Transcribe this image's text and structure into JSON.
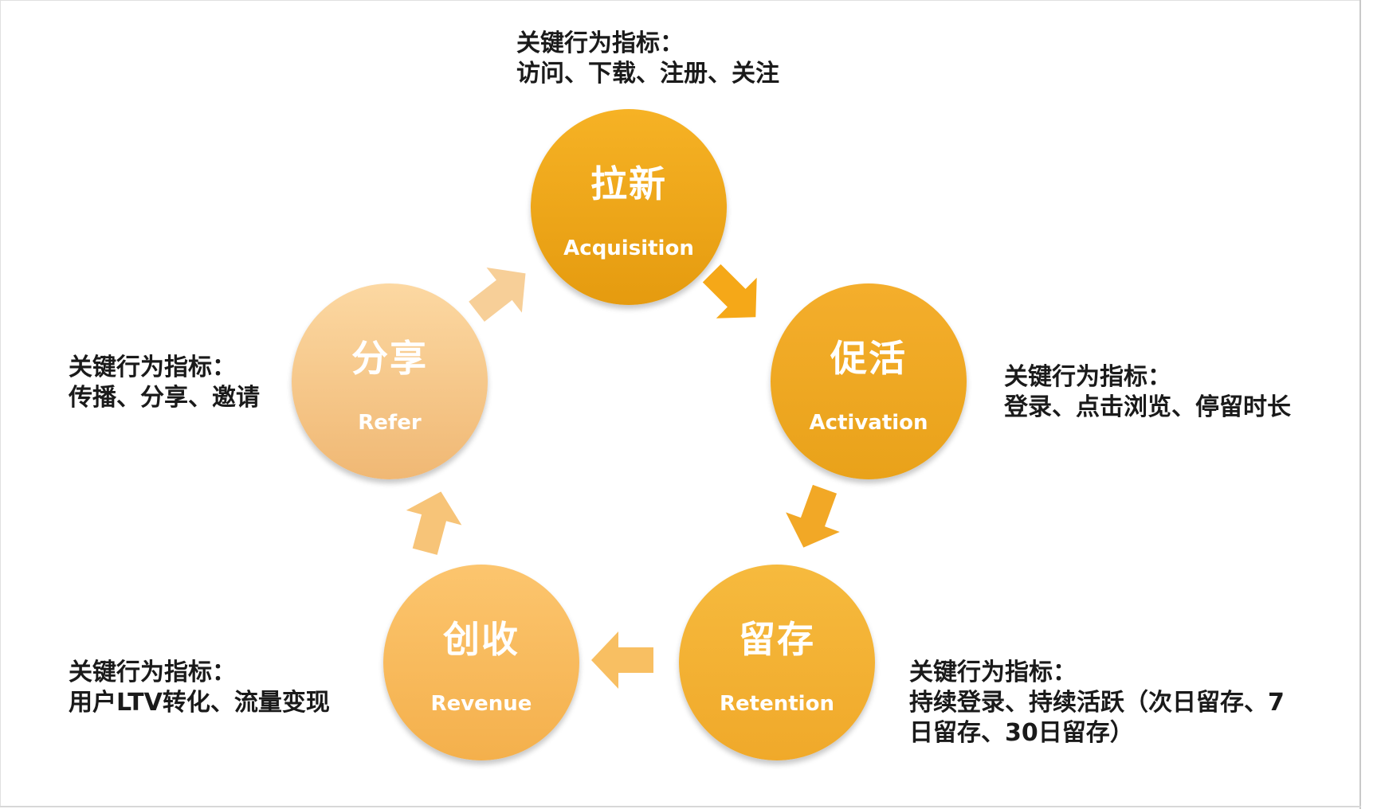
{
  "stages": {
    "acquisition": {
      "cn": "拉新",
      "en": "Acquisition",
      "color": "#f0a51a"
    },
    "activation": {
      "cn": "促活",
      "en": "Activation",
      "color": "#eda524"
    },
    "retention": {
      "cn": "留存",
      "en": "Retention",
      "color": "#f3b337"
    },
    "revenue": {
      "cn": "创收",
      "en": "Revenue",
      "color": "#f8bd5f"
    },
    "refer": {
      "cn": "分享",
      "en": "Refer",
      "color": "#f6ca8e"
    }
  },
  "metrics": {
    "acquisition": {
      "title": "关键行为指标：",
      "text": "访问、下载、注册、关注"
    },
    "activation": {
      "title": "关键行为指标：",
      "text": "登录、点击浏览、停留时长"
    },
    "retention": {
      "title": "关键行为指标：",
      "line1": "持续登录、持续活跃（次日留存、7",
      "line2": "日留存、30日留存）"
    },
    "revenue": {
      "title": "关键行为指标：",
      "text": "用户LTV转化、流量变现"
    },
    "refer": {
      "title": "关键行为指标：",
      "text": "传播、分享、邀请"
    }
  },
  "arrow_colors": {
    "acq_to_act": "#f5a818",
    "act_to_ret": "#f2a826",
    "ret_to_rev": "#f8bf62",
    "rev_to_ref": "#f7c478",
    "ref_to_acq": "#f7cf98"
  }
}
